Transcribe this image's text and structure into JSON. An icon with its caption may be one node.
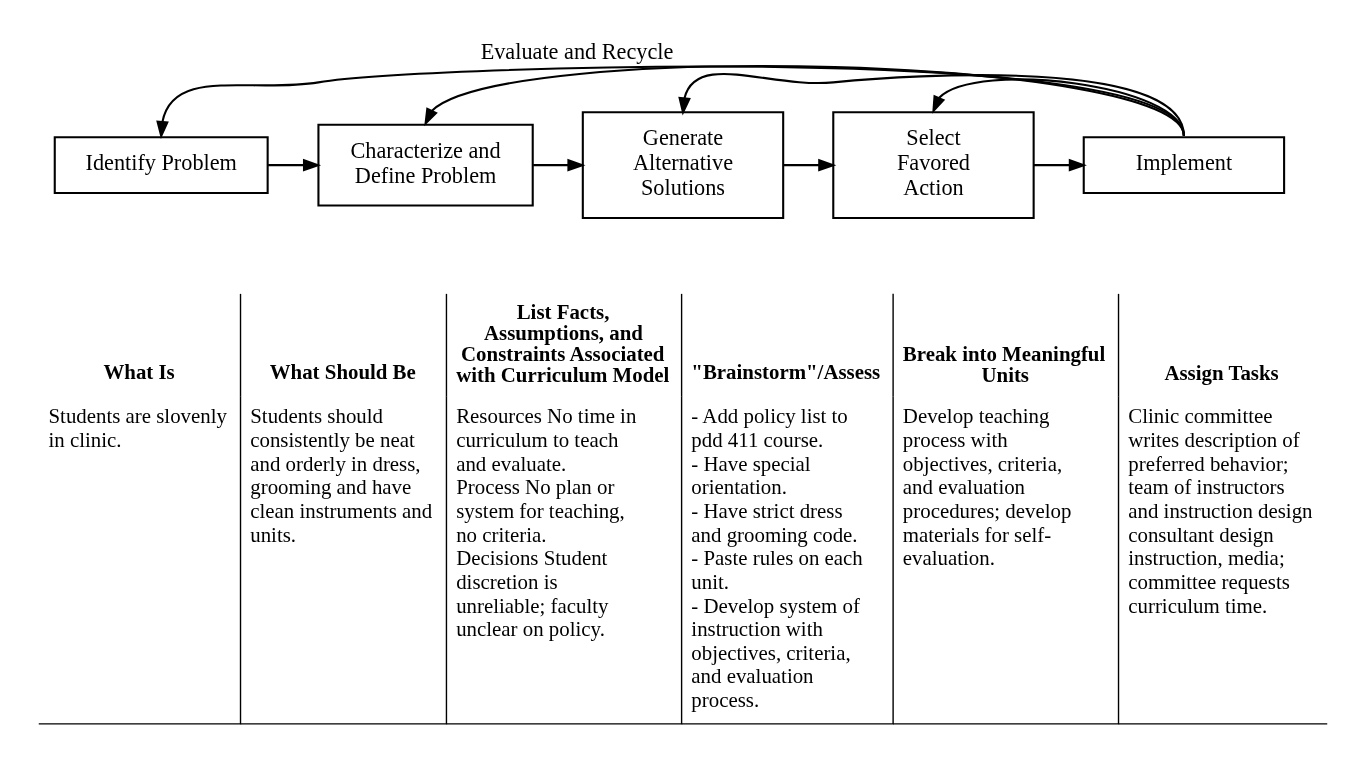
{
  "diagram": {
    "nodes": [
      {
        "text": [
          "Identify Problem"
        ]
      },
      {
        "text": [
          "Characterize and Define Problem"
        ]
      },
      {
        "text": [
          "Generate Alternative Solutions"
        ]
      },
      {
        "text": [
          "Select Favored Action"
        ]
      },
      {
        "text": [
          "Implement"
        ]
      }
    ],
    "edges": [
      {
        "from": 0,
        "to": 1,
        "arrow": "to"
      },
      {
        "from": 1,
        "to": 2,
        "arrow": "to"
      },
      {
        "from": 2,
        "to": 3,
        "arrow": "to"
      },
      {
        "from": 3,
        "to": 4,
        "arrow": "to"
      },
      {
        "from": 4,
        "to": 0,
        "arrow": "to",
        "label": "Evaluate and Recycle"
      },
      {
        "from": 4,
        "to": 1,
        "arrow": "to"
      },
      {
        "from": 4,
        "to": 2,
        "arrow": "to"
      },
      {
        "from": 4,
        "to": 3,
        "arrow": "to"
      }
    ],
    "labels": [
      "What Is",
      "What Should Be",
      "List Facts, Assumptions, and Constraints Associated with Curriculum Model",
      "\"Brainstorm\"/Assess",
      "Break into Meaningful Units",
      "Assign Tasks",
      "Students are slovenly in clinic.",
      "Students should consistently be neat and orderly in dress, grooming and have clean instruments and units.",
      "Resources No time in curriculum to teach and evaluate.",
      "Process No plan or system for teaching, no criteria.",
      "Decisions Student discretion is unreliable; faculty unclear on policy.",
      "- Add policy list to pdd 411 course.",
      "- Have special orientation.",
      "- Have strict dress and grooming code.",
      "- Paste rules on each unit.",
      "- Develop system of instruction with objectives, criteria, and evaluation process.",
      "Develop teaching process with objectives, criteria, and evaluation procedures; develop materials for self-evaluation.",
      "Clinic committee writes description of preferred behavior; team of instructors and instruction design consultant design instruction, media; committee requests curriculum time."
    ]
  }
}
